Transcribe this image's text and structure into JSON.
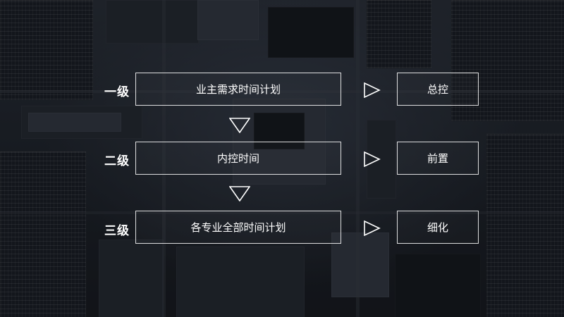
{
  "levels": [
    {
      "label": "一级",
      "plan": "业主需求时间计划",
      "control": "总控"
    },
    {
      "label": "二级",
      "plan": "内控时间",
      "control": "前置"
    },
    {
      "label": "三级",
      "plan": "各专业全部时间计划",
      "control": "细化"
    }
  ],
  "colors": {
    "line": "#ffffff",
    "background": "#1c2026"
  }
}
